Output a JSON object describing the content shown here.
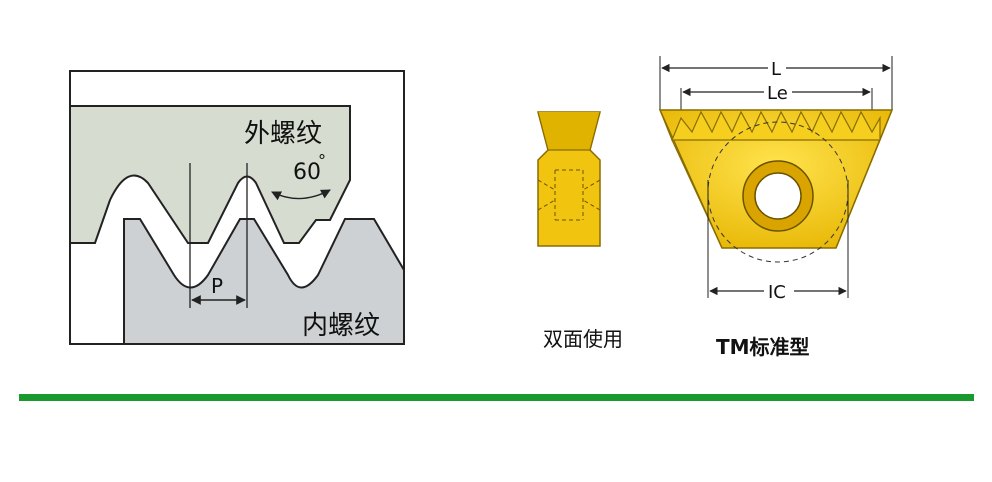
{
  "thread_diagram": {
    "external_label": "外螺纹",
    "internal_label": "内螺纹",
    "angle_label": "60",
    "angle_unit": "°",
    "pitch_label": "P"
  },
  "double_insert": {
    "caption": "双面使用"
  },
  "tm_insert": {
    "caption": "TM标准型",
    "dim_total": "L",
    "dim_effective": "Le",
    "dim_ic": "IC"
  },
  "colors": {
    "external_fill": "#d6ddd0",
    "internal_fill": "#cdd1d4",
    "insert_yellow": "#f1c40f",
    "insert_dark": "#c89e00",
    "divider_green": "#1a9a2e",
    "outline": "#222222"
  }
}
